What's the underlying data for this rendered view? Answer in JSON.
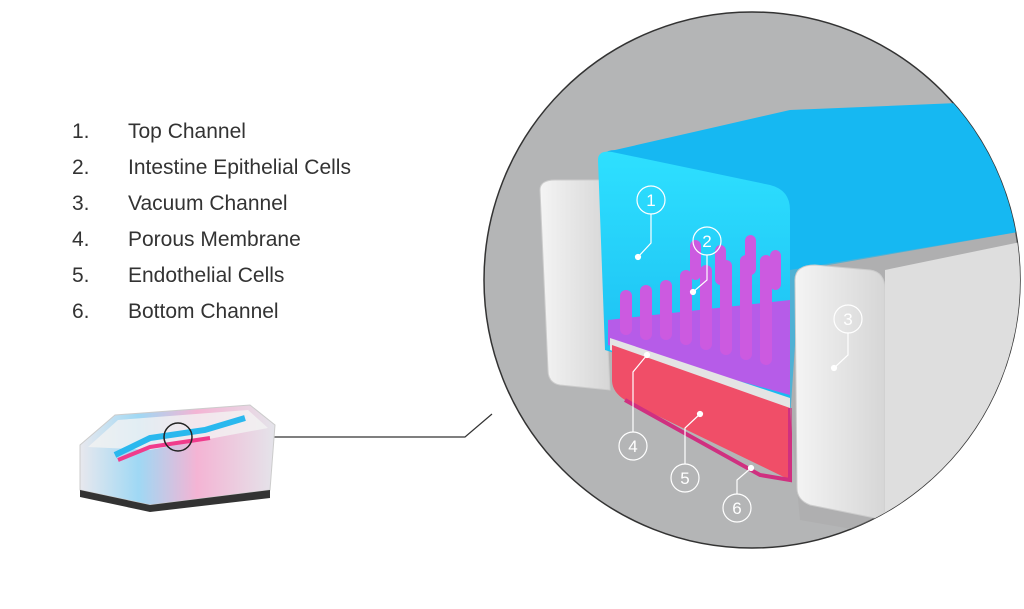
{
  "legend": [
    {
      "num": "1.",
      "label": "Top Channel"
    },
    {
      "num": "2.",
      "label": "Intestine Epithelial Cells"
    },
    {
      "num": "3.",
      "label": "Vacuum Channel"
    },
    {
      "num": "4.",
      "label": "Porous Membrane"
    },
    {
      "num": "5.",
      "label": "Endothelial Cells"
    },
    {
      "num": "6.",
      "label": "Bottom Channel"
    }
  ],
  "markers": [
    "1",
    "2",
    "3",
    "4",
    "5",
    "6"
  ],
  "colors": {
    "top_channel": "#2ad4ff",
    "cells": "#c050e0",
    "endothelial": "#f0506a",
    "bottom": "#d0307a",
    "background": "#b4b5b6"
  }
}
